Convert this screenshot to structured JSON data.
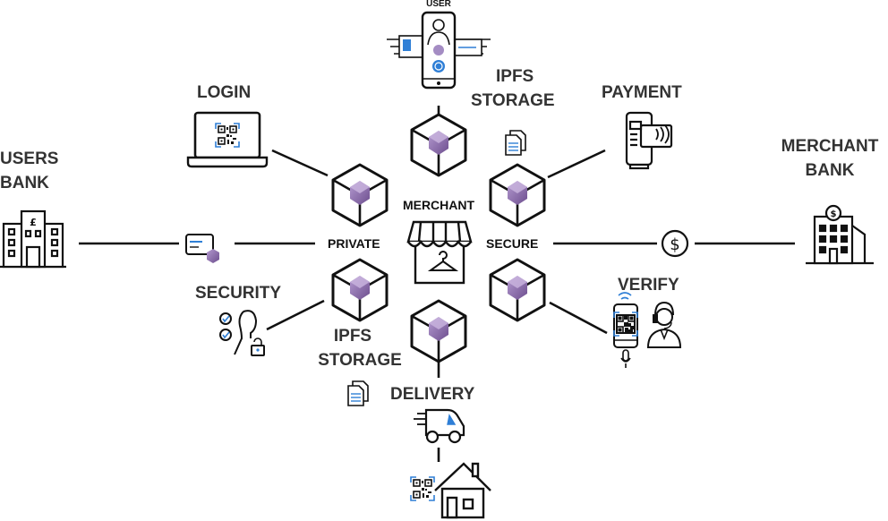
{
  "labels": {
    "user": "USER",
    "ipfs_storage_top_1": "IPFS",
    "ipfs_storage_top_2": "STORAGE",
    "login": "LOGIN",
    "payment": "PAYMENT",
    "users_bank_1": "USERS",
    "users_bank_2": "BANK",
    "merchant_bank_1": "MERCHANT",
    "merchant_bank_2": "BANK",
    "merchant": "MERCHANT",
    "private": "PRIVATE",
    "secure": "SECURE",
    "security": "SECURITY",
    "verify": "VERIFY",
    "ipfs_storage_bottom_1": "IPFS",
    "ipfs_storage_bottom_2": "STORAGE",
    "delivery": "DELIVERY"
  },
  "icons": {
    "user": "smartphone-user-icon",
    "login": "laptop-qr-icon",
    "payment": "card-terminal-icon",
    "users_bank": "bank-pound-icon",
    "merchant_bank": "bank-dollar-icon",
    "merchant": "storefront-icon",
    "security": "user-lock-icon",
    "verify": "phone-agent-icon",
    "delivery": "delivery-van-icon",
    "home": "house-qr-icon",
    "documents": "documents-icon",
    "credit_card": "credit-card-icon",
    "dollar": "dollar-coin-icon",
    "node": "blockchain-cube-icon"
  },
  "colors": {
    "text": "#333333",
    "line": "#111111",
    "node_gem": "#8a6aa8",
    "accent_blue": "#2f7fd6"
  }
}
